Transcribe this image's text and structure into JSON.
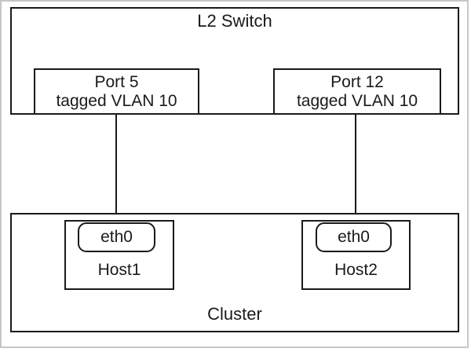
{
  "switch": {
    "title": "L2 Switch",
    "ports": [
      {
        "name": "Port 5",
        "vlan": "tagged VLAN 10"
      },
      {
        "name": "Port 12",
        "vlan": "tagged VLAN 10"
      }
    ]
  },
  "cluster": {
    "label": "Cluster",
    "hosts": [
      {
        "name": "Host1",
        "interface": "eth0"
      },
      {
        "name": "Host2",
        "interface": "eth0"
      }
    ]
  },
  "colors": {
    "line": "#1a1a1a",
    "frame_border": "#c6c6c6",
    "background": "#ffffff"
  }
}
